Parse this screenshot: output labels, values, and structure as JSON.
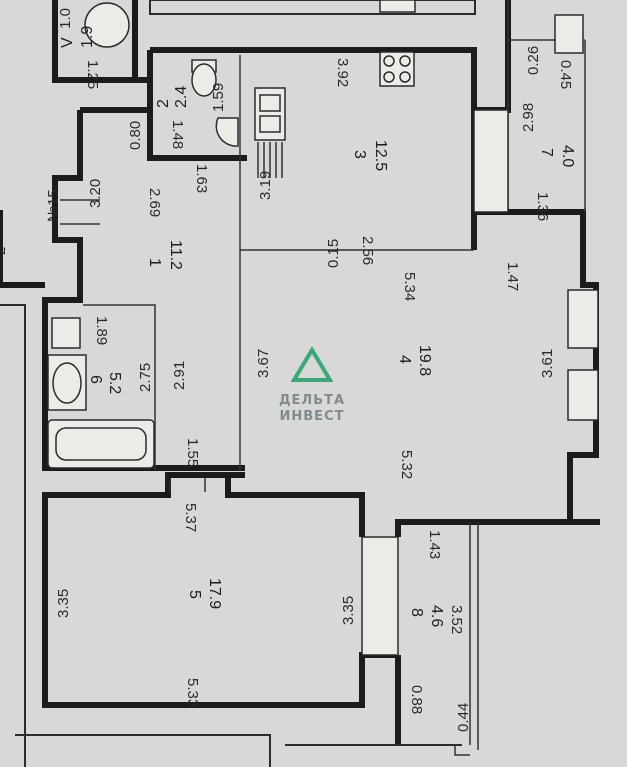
{
  "rooms": {
    "r1": {
      "number": "1",
      "area": "11.2",
      "height": "2.69",
      "width": "3.20"
    },
    "r2": {
      "number": "2",
      "area": "2.4",
      "height": "1.59",
      "width": "1.48"
    },
    "r3": {
      "number": "3",
      "area": "12.5",
      "width": "3.92",
      "height": "3.19",
      "extra": "1.63"
    },
    "r4": {
      "number": "4",
      "area": "19.8",
      "width": "5.34",
      "height": "3.67",
      "right_height": "3.61",
      "bottom": "5.32"
    },
    "r5": {
      "number": "5",
      "area": "17.9",
      "width": "5.37",
      "height": "3.35",
      "right_height": "3.35",
      "bottom": "5.33"
    },
    "r6": {
      "number": "6",
      "area": "5.2",
      "width": "1.89",
      "height": "2.75",
      "right_height": "2.91"
    },
    "r7": {
      "number": "7",
      "area": "4.0",
      "width": "1.36",
      "height": "2.98"
    },
    "r8": {
      "number": "8",
      "area": "4.6",
      "height": "3.52",
      "width": "1.43"
    },
    "rV": {
      "number": "V",
      "area": "1.9",
      "width": "1.25",
      "height": "1.0"
    }
  },
  "dims": {
    "d_080": "0.80",
    "d_256": "2.56",
    "d_015": "0.15",
    "d_147": "1.47",
    "d_155": "1.55",
    "d_026": "0.26",
    "d_045": "0.45",
    "d_088": "0.88",
    "d_044": "0.44",
    "d_2": "2"
  },
  "labels": {
    "stair": "№15"
  },
  "watermark": {
    "line1": "ДЕЛЬТА",
    "line2": "ИНВЕСТ",
    "logo_color": "#3aa87a"
  },
  "colors": {
    "paper": "#d8d8d6",
    "walls": "#1b1b1b"
  }
}
